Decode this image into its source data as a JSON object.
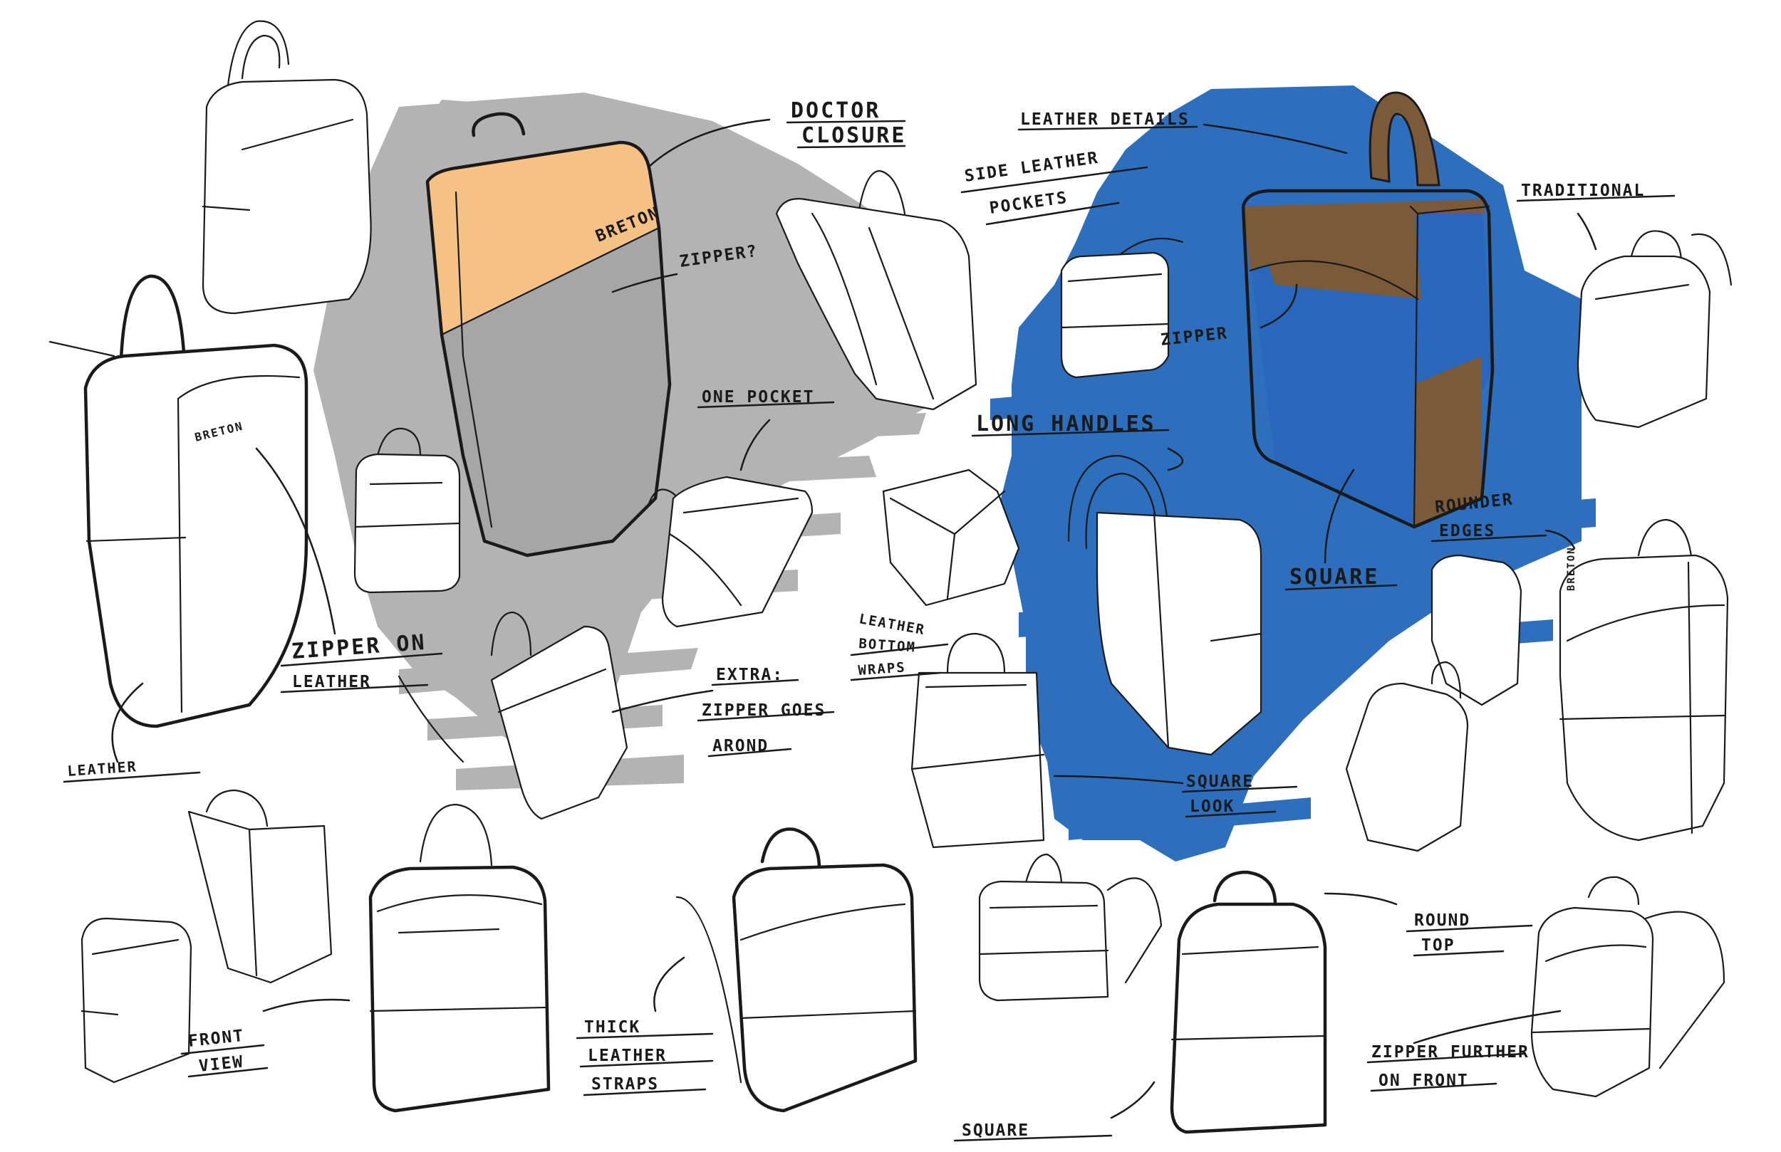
{
  "brand_text": "BRETON",
  "colors": {
    "gray_wash": "#b3b3b3",
    "blue_wash": "#2e6fbd",
    "orange": "#f6c184",
    "leather_brown": "#7b5a3a",
    "bag_blue": "#2967bd",
    "ink": "#1a1a1a"
  },
  "labels": {
    "doctor": "DOCTOR",
    "closure": "CLOSURE",
    "leather_details": "LEATHER DETAILS",
    "side_leather": "SIDE LEATHER",
    "pockets": "POCKETS",
    "traditional": "TRADITIONAL",
    "zipper_q": "ZIPPER?",
    "zipper_blue": "ZIPPER",
    "one_pocket": "ONE POCKET",
    "long_handles": "LONG HANDLES",
    "rounder": "ROUNDER",
    "edges": "EDGES",
    "square": "SQUARE",
    "zipper_on": "ZIPPER ON",
    "leather_l": "LEATHER",
    "extra": "EXTRA:",
    "zipper_goes": "ZIPPER GOES",
    "arond": "AROND",
    "leather_bottom_1": "LEATHER",
    "leather_bottom_2": "BOTTOM",
    "leather_bottom_3": "WRAPS",
    "square_look_1": "SQUARE",
    "square_look_2": "LOOK",
    "leather_bottom_left": "LEATHER",
    "front": "FRONT",
    "view": "VIEW",
    "thick": "THICK",
    "leather_straps_1": "LEATHER",
    "leather_straps_2": "STRAPS",
    "round": "ROUND",
    "top": "TOP",
    "zipper_further": "ZIPPER FURTHER",
    "on_front": "ON FRONT",
    "square_bottom": "SQUARE"
  }
}
